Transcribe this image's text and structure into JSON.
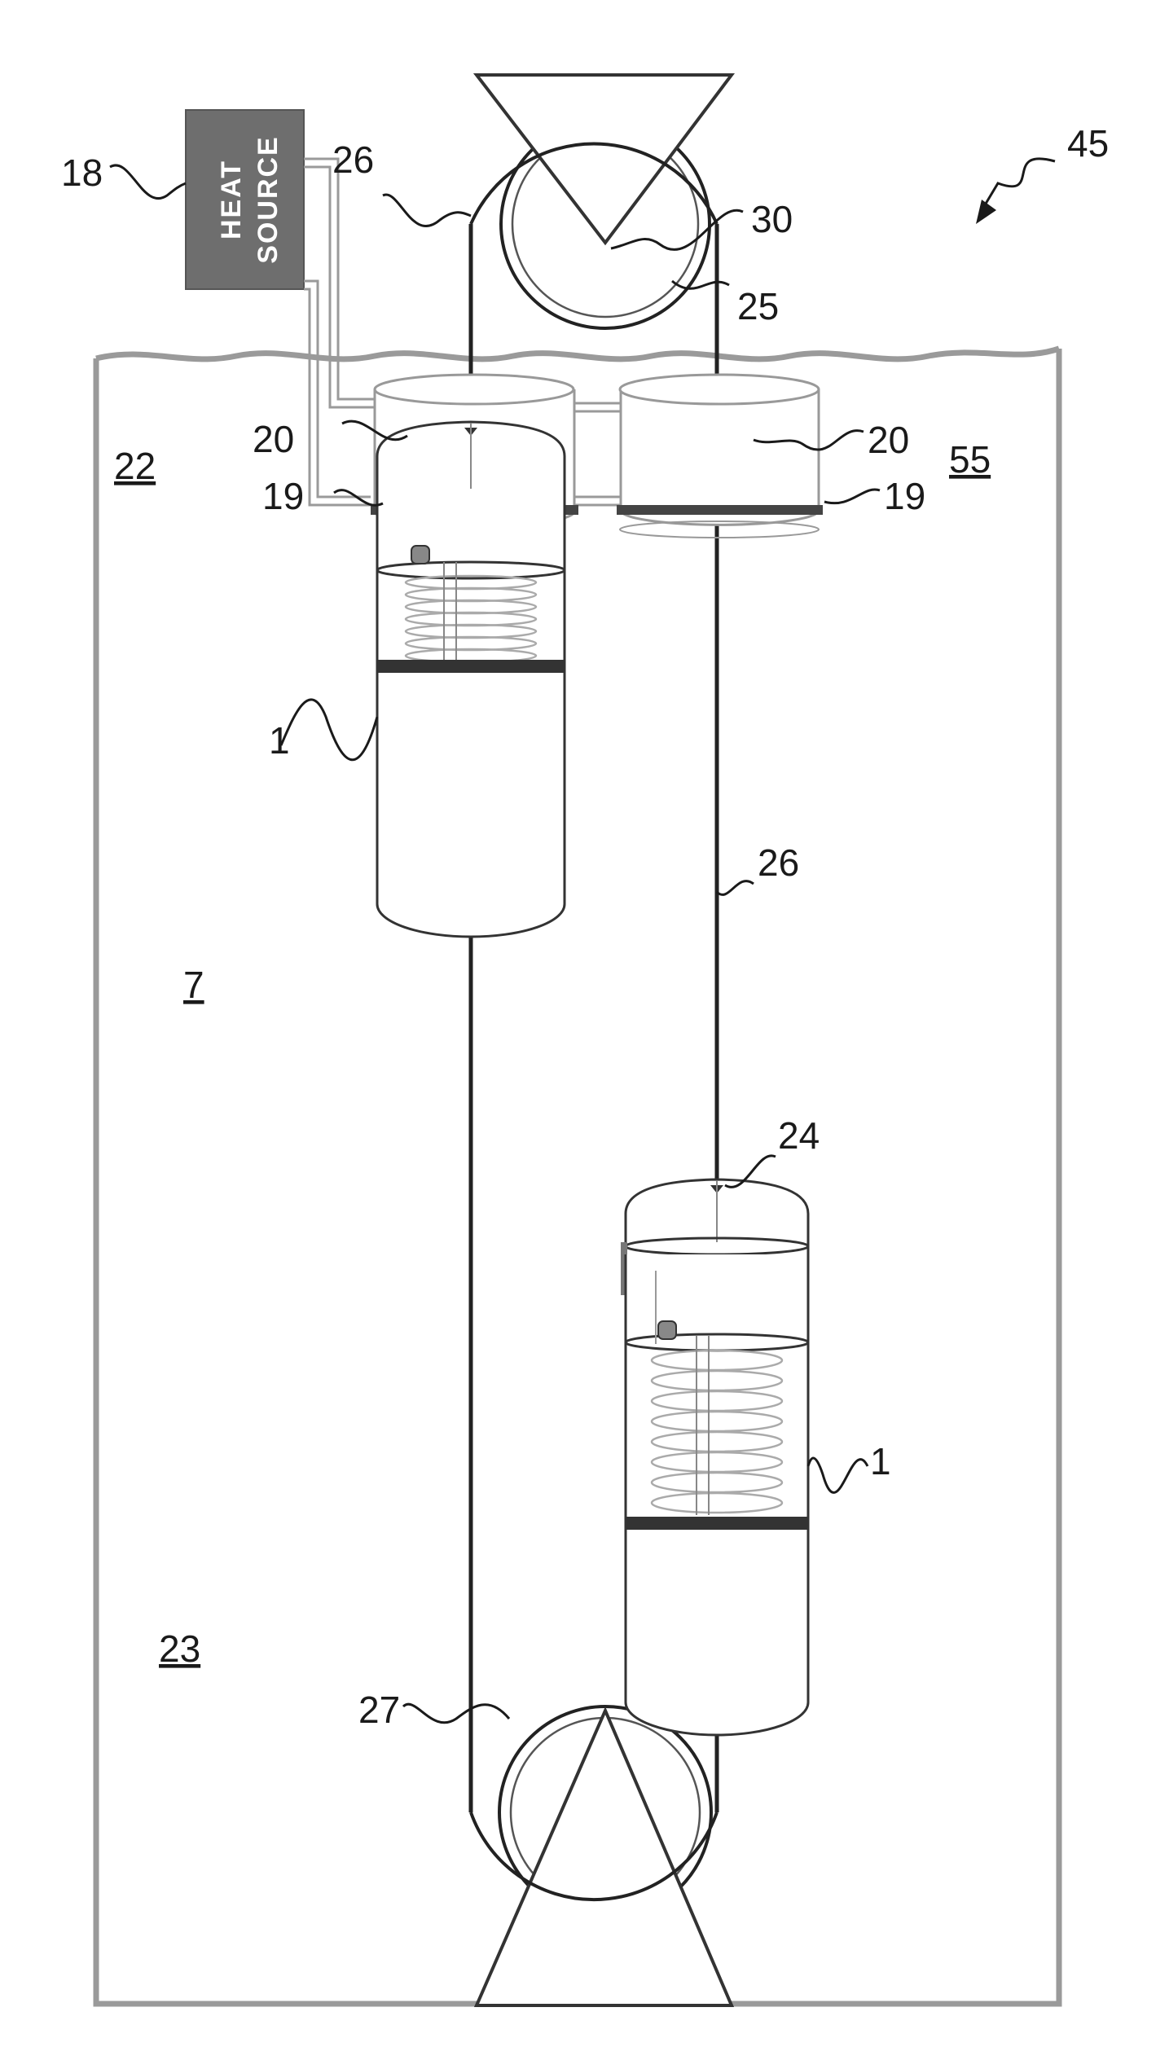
{
  "heat_source": {
    "line1": "HEAT",
    "line2": "SOURCE"
  },
  "labels": {
    "fig_ref": "45",
    "heat_source_ref": "18",
    "cable_top": "26",
    "cable_mid": "26",
    "upper_pulley_axle": "30",
    "upper_pulley": "25",
    "float_left": "20",
    "float_right": "20",
    "float_band_left": "19",
    "float_band_right": "19",
    "upper_zone": "22",
    "water_surface_zone": "55",
    "unit_left": "1",
    "unit_right": "1",
    "water_body": "7",
    "unit_dome": "24",
    "lower_zone": "23",
    "lower_pulley": "27"
  }
}
